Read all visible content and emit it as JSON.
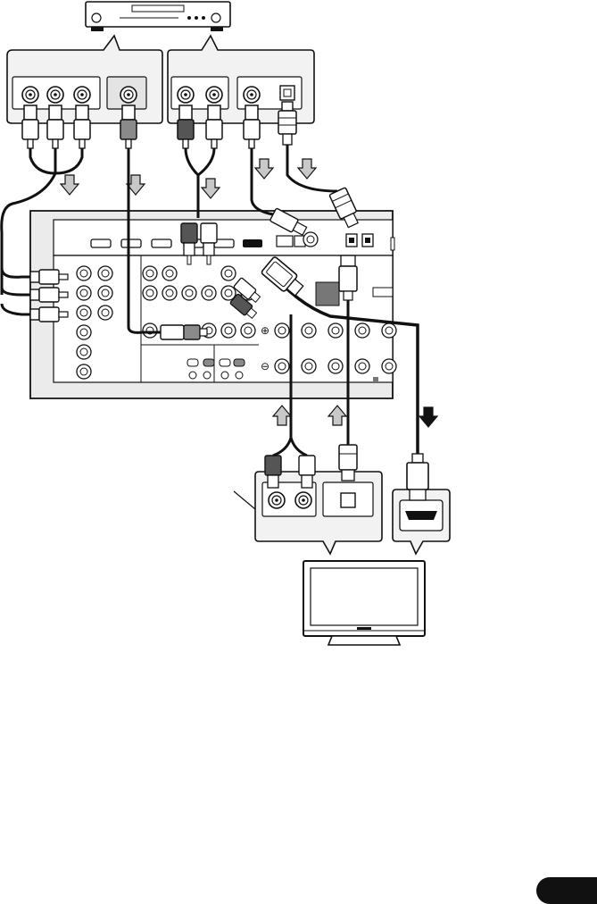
{
  "diagram": {
    "flow_arrows": {
      "source_down": 5,
      "tv_up": 2,
      "tv_down": 1
    },
    "colors": {
      "line": "#111111",
      "panel_fill": "#f2f2f2",
      "receiver_fill": "#ebebeb",
      "gray_plug": "#8a8a8a",
      "dark_plug": "#555555",
      "arrow_fill": "#c8c8c8"
    }
  },
  "page_badge": {
    "color": "#111111"
  }
}
